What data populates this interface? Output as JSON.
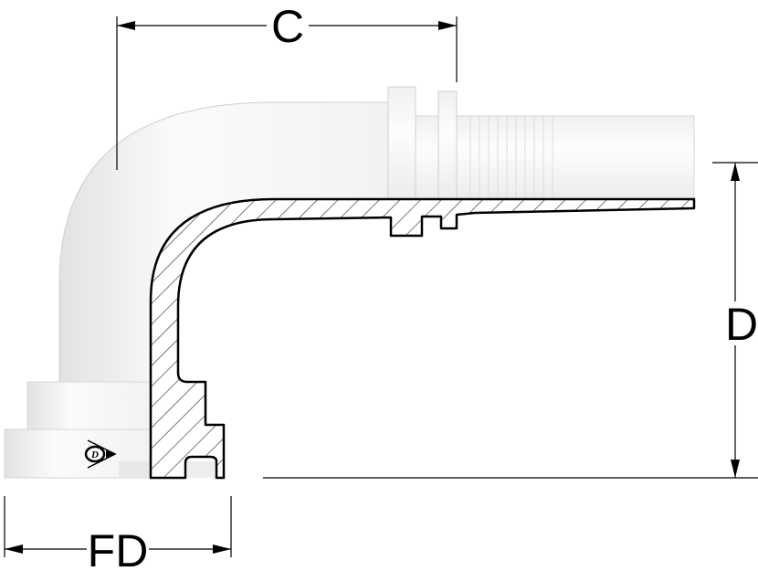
{
  "diagram": {
    "dimensions": {
      "c_label": "C",
      "d_label": "D",
      "fd_label": "FD"
    },
    "logo": {
      "text": "D",
      "icon": "dunlop-logo-icon"
    },
    "colors": {
      "line": "#000000",
      "body": "#f7f7f7",
      "shade": "#d9d9d9"
    }
  }
}
